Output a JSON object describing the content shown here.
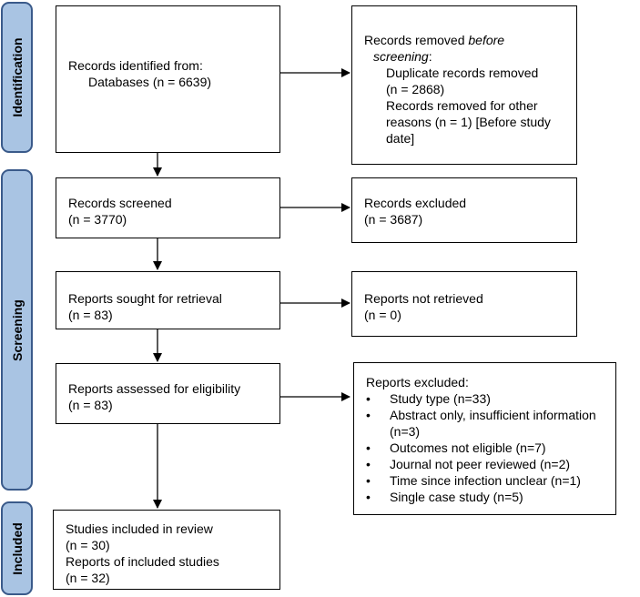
{
  "stages": {
    "identification": "Identification",
    "screening": "Screening",
    "included": "Included"
  },
  "identified": {
    "line1": "Records identified from:",
    "line2": "Databases (n = 6639)"
  },
  "removed": {
    "line1_pre": "Records removed ",
    "line1_em": "before",
    "line2_em": "screening",
    "line2_post": ":",
    "dup1": "Duplicate records removed",
    "dup2": "(n = 2868)",
    "other1": "Records removed for other",
    "other2": "reasons (n = 1) [Before study",
    "other3": "date]"
  },
  "screened": {
    "line1": "Records screened",
    "line2": "(n = 3770)"
  },
  "excluded": {
    "line1": "Records excluded",
    "line2": "(n = 3687)"
  },
  "sought": {
    "line1": "Reports sought for retrieval",
    "line2": "(n = 83)"
  },
  "not_retrieved": {
    "line1": "Reports not retrieved",
    "line2": "(n = 0)"
  },
  "assessed": {
    "line1": "Reports assessed for eligibility",
    "line2": "(n = 83)"
  },
  "reports_excluded": {
    "title": "Reports excluded:",
    "items": [
      "Study type (n=33)",
      "Abstract only, insufficient information",
      "(n=3)",
      "Outcomes not eligible (n=7)",
      "Journal not peer reviewed (n=2)",
      "Time since infection unclear (n=1)",
      "Single case study (n=5)"
    ]
  },
  "included_box": {
    "line1": "Studies included in review",
    "line2": "(n = 30)",
    "line3": "Reports of included studies",
    "line4": "(n = 32)"
  }
}
